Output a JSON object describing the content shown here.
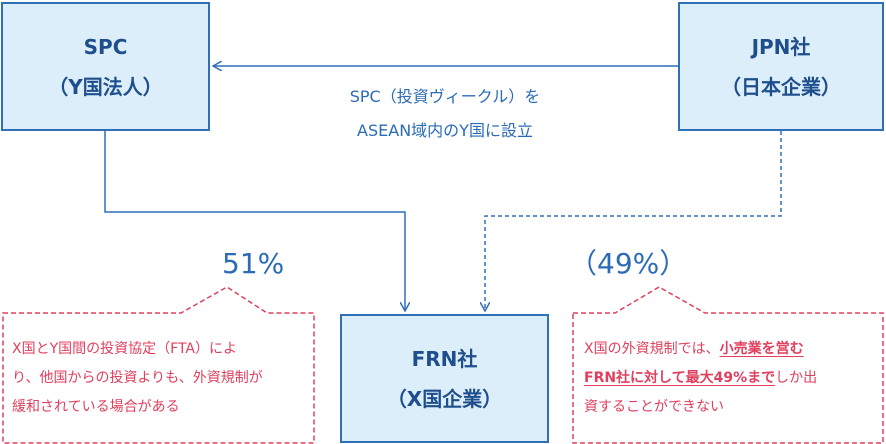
{
  "spc_box": {
    "line1": "SPC",
    "line2": "（Y国法人）"
  },
  "jpn_box": {
    "line1": "JPN社",
    "line2": "（日本企業）"
  },
  "frn_box": {
    "line1": "FRN社",
    "line2": "（X国企業）"
  },
  "establish_label": {
    "line1": "SPC（投資ヴィークル）を",
    "line2": "ASEAN域内のY国に設立"
  },
  "stake_spc": "51%",
  "stake_jpn": "（49%）",
  "callout_left": {
    "line1": "X国とY国間の投資協定（FTA）によ",
    "line2": "り、他国からの投資よりも、外資規制が",
    "line3": "緩和されている場合がある"
  },
  "callout_right": {
    "line1_pre": "X国の外資規制では、",
    "line1_emph": "小売業を営む",
    "line2_emph": "FRN社に対して最大49%まで",
    "line2_post": "しか出",
    "line3": "資することができない"
  },
  "colors": {
    "box_fill": "#dceef9",
    "box_border": "#2f6fb6",
    "box_text": "#1f4e8c",
    "label_text": "#2a6bb8",
    "callout": "#e0405e"
  }
}
